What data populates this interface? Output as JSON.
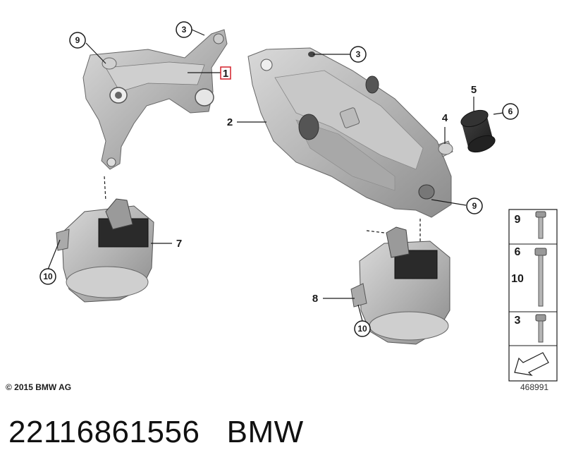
{
  "callouts": {
    "bracket_left": "9",
    "screw_top_left": "3",
    "part_1": "1",
    "bracket_right": "2",
    "screw_top_right": "3",
    "stopper_small": "4",
    "buffer_5": "5",
    "buffer_6": "6",
    "bolt_right": "9",
    "mount_left": "7",
    "nut_left": "10",
    "mount_right": "8",
    "nut_right": "10"
  },
  "legend": {
    "row1": "9",
    "row2a": "6",
    "row2b": "10",
    "row3": "3"
  },
  "copyright": "© 2015 BMW AG",
  "diagram_id": "468991",
  "part_number": "22116861556",
  "brand": "BMW",
  "colors": {
    "highlight": "#d4202a",
    "part_gray": "#b9b9b9",
    "line": "#1a1a1a"
  }
}
